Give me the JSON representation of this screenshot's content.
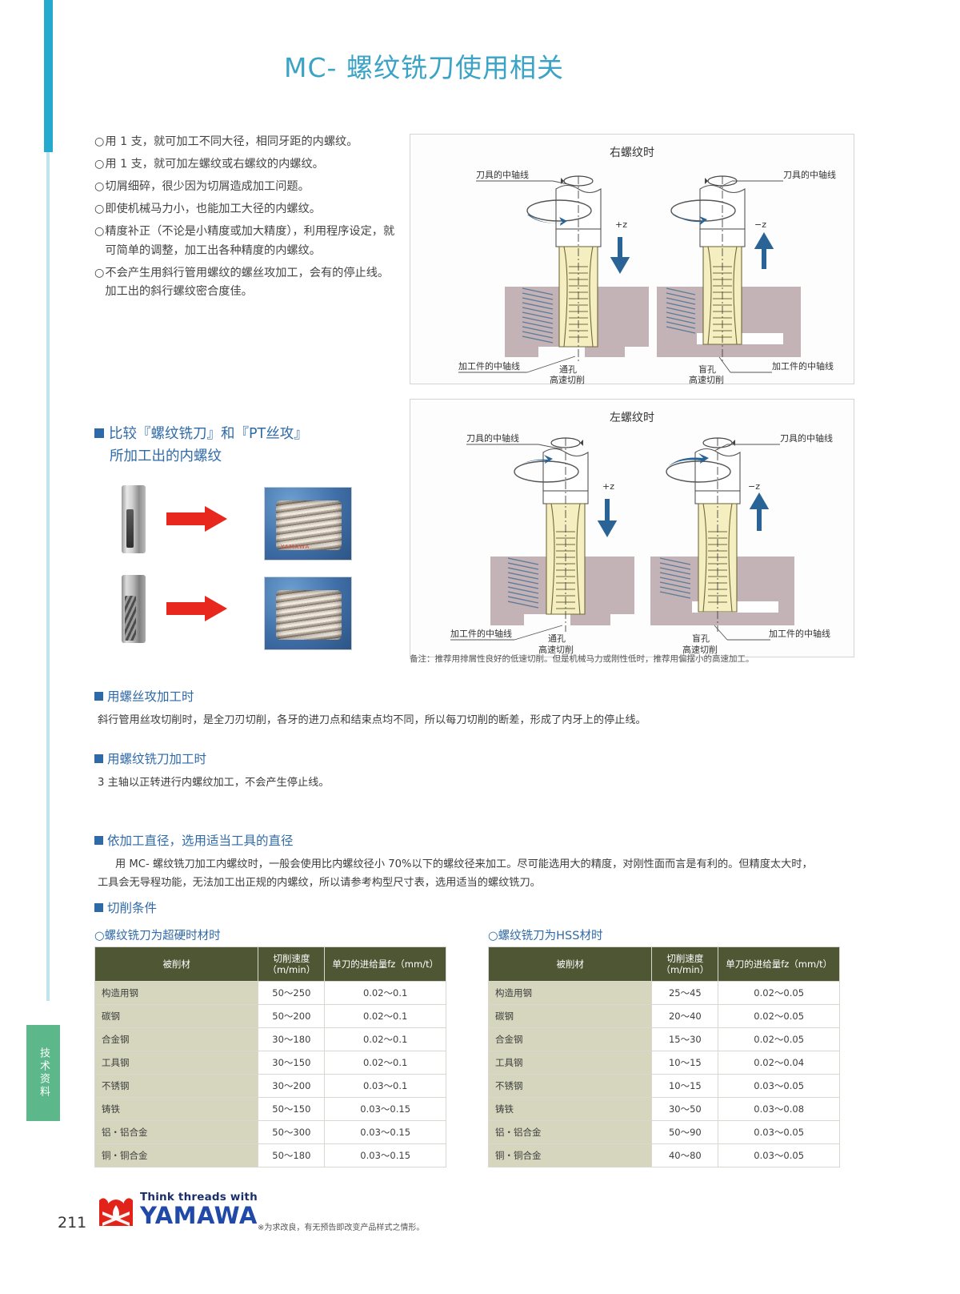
{
  "page": {
    "title": "MC- 螺纹铣刀使用相关",
    "number": "211",
    "side_tab": "技术资料"
  },
  "bullets": [
    {
      "mark": "○",
      "text": "用 1 支，就可加工不同大径，相同牙距的内螺纹。"
    },
    {
      "mark": "○",
      "text": "用 1 支，就可加左螺纹或右螺纹的内螺纹。"
    },
    {
      "mark": "○",
      "text": "切屑细碎，很少因为切屑造成加工问题。"
    },
    {
      "mark": "○",
      "text": "即使机械马力小，也能加工大径的内螺纹。"
    },
    {
      "mark": "○",
      "text": "精度补正（不论是小精度或加大精度），利用程序设定，就可简单的调整，加工出各种精度的内螺纹。"
    },
    {
      "mark": "○",
      "text": "不会产生用斜行管用螺纹的螺丝攻加工，会有的停止线。加工出的斜行螺纹密合度佳。"
    }
  ],
  "compare": {
    "heading_line1": "比较『螺纹铣刀』和『PT丝攻』",
    "heading_line2": "所加工出的内螺纹",
    "photo_watermark": "YAMAWA"
  },
  "diagrams": {
    "right_thread": {
      "title": "右螺纹时",
      "tool_axis_left": "刀具的中轴线",
      "tool_axis_right": "刀具的中轴线",
      "z_plus": "+z",
      "z_minus": "−z",
      "work_axis_left": "加工件的中轴线",
      "work_axis_right": "加工件的中轴线",
      "hole_left_l1": "通孔",
      "hole_left_l2": "高速切削",
      "hole_right_l1": "盲孔",
      "hole_right_l2": "高速切削"
    },
    "left_thread": {
      "title": "左螺纹时",
      "tool_axis_left": "刀具的中轴线",
      "tool_axis_right": "刀具的中轴线",
      "z_plus": "+z",
      "z_minus": "−z",
      "work_axis_left": "加工件的中轴线",
      "work_axis_right": "加工件的中轴线",
      "hole_left_l1": "通孔",
      "hole_left_l2": "高速切削",
      "hole_right_l1": "盲孔",
      "hole_right_l2": "高速切削"
    },
    "note": "备注：推荐用排屑性良好的低速切削。但是机械马力或刚性低时，推荐用偏摆小的高速加工。"
  },
  "sections": {
    "tap_head": "用螺丝攻加工时",
    "tap_body": "斜行管用丝攻切削时，是全刀刃切削，各牙的进刀点和结束点均不同，所以每刀切削的断差，形成了内牙上的停止线。",
    "mill_head": "用螺纹铣刀加工时",
    "mill_body": "3 主轴以正转进行内螺纹加工，不会产生停止线。",
    "dia_head": "依加工直径，选用适当工具的直径",
    "dia_body": "用 MC- 螺纹铣刀加工内螺纹时，一般会使用比内螺纹径小 70%以下的螺纹径来加工。尽可能选用大的精度，对刚性面而言是有利的。但精度太大时，工具会无导程功能，无法加工出正规的内螺纹，所以请参考构型尺寸表，选用适当的螺纹铣刀。",
    "cut_head": "切削条件"
  },
  "tables": {
    "columns": [
      "被削材",
      "切削速度\n（m/min）",
      "单刀的进给量fz（mm/t）"
    ],
    "col0": "被削材",
    "col1_l1": "切削速度",
    "col1_l2": "（m/min）",
    "col2": "单刀的进给量fz（mm/t）",
    "carbide": {
      "caption": "○螺纹铣刀为超硬时材时",
      "rows": [
        {
          "material": "构造用钢",
          "speed": "50～250",
          "feed": "0.02～0.1"
        },
        {
          "material": "碳钢",
          "speed": "50～200",
          "feed": "0.02～0.1"
        },
        {
          "material": "合金钢",
          "speed": "30～180",
          "feed": "0.02～0.1"
        },
        {
          "material": "工具钢",
          "speed": "30～150",
          "feed": "0.02～0.1"
        },
        {
          "material": "不锈钢",
          "speed": "30～200",
          "feed": "0.03～0.1"
        },
        {
          "material": "铸铁",
          "speed": "50～150",
          "feed": "0.03～0.15"
        },
        {
          "material": "铝・铝合金",
          "speed": "50～300",
          "feed": "0.03～0.15"
        },
        {
          "material": "铜・铜合金",
          "speed": "50～180",
          "feed": "0.03～0.15"
        }
      ]
    },
    "hss": {
      "caption": "○螺纹铣刀为HSS材时",
      "rows": [
        {
          "material": "构造用钢",
          "speed": "25～45",
          "feed": "0.02～0.05"
        },
        {
          "material": "碳钢",
          "speed": "20～40",
          "feed": "0.02～0.05"
        },
        {
          "material": "合金钢",
          "speed": "15～30",
          "feed": "0.02～0.05"
        },
        {
          "material": "工具钢",
          "speed": "10～15",
          "feed": "0.02～0.04"
        },
        {
          "material": "不锈钢",
          "speed": "10～15",
          "feed": "0.03～0.05"
        },
        {
          "material": "铸铁",
          "speed": "30～50",
          "feed": "0.03～0.08"
        },
        {
          "material": "铝・铝合金",
          "speed": "50～90",
          "feed": "0.03～0.05"
        },
        {
          "material": "铜・铜合金",
          "speed": "40～80",
          "feed": "0.03～0.05"
        }
      ]
    }
  },
  "footer": {
    "logo_tagline": "Think threads with",
    "logo_name": "YAMAWA",
    "note": "※为求改良，有无预告即改变产品样式之情形。"
  },
  "colors": {
    "title": "#3aa3c6",
    "heading": "#2f6aa8",
    "table_header": "#4f5634",
    "table_material": "#d5d6bd",
    "edge_cyan": "#24a9cf",
    "tab_green": "#5cb88a",
    "arrow_red": "#e8271f",
    "logo_red": "#e2231a",
    "logo_blue": "#2149a8"
  }
}
